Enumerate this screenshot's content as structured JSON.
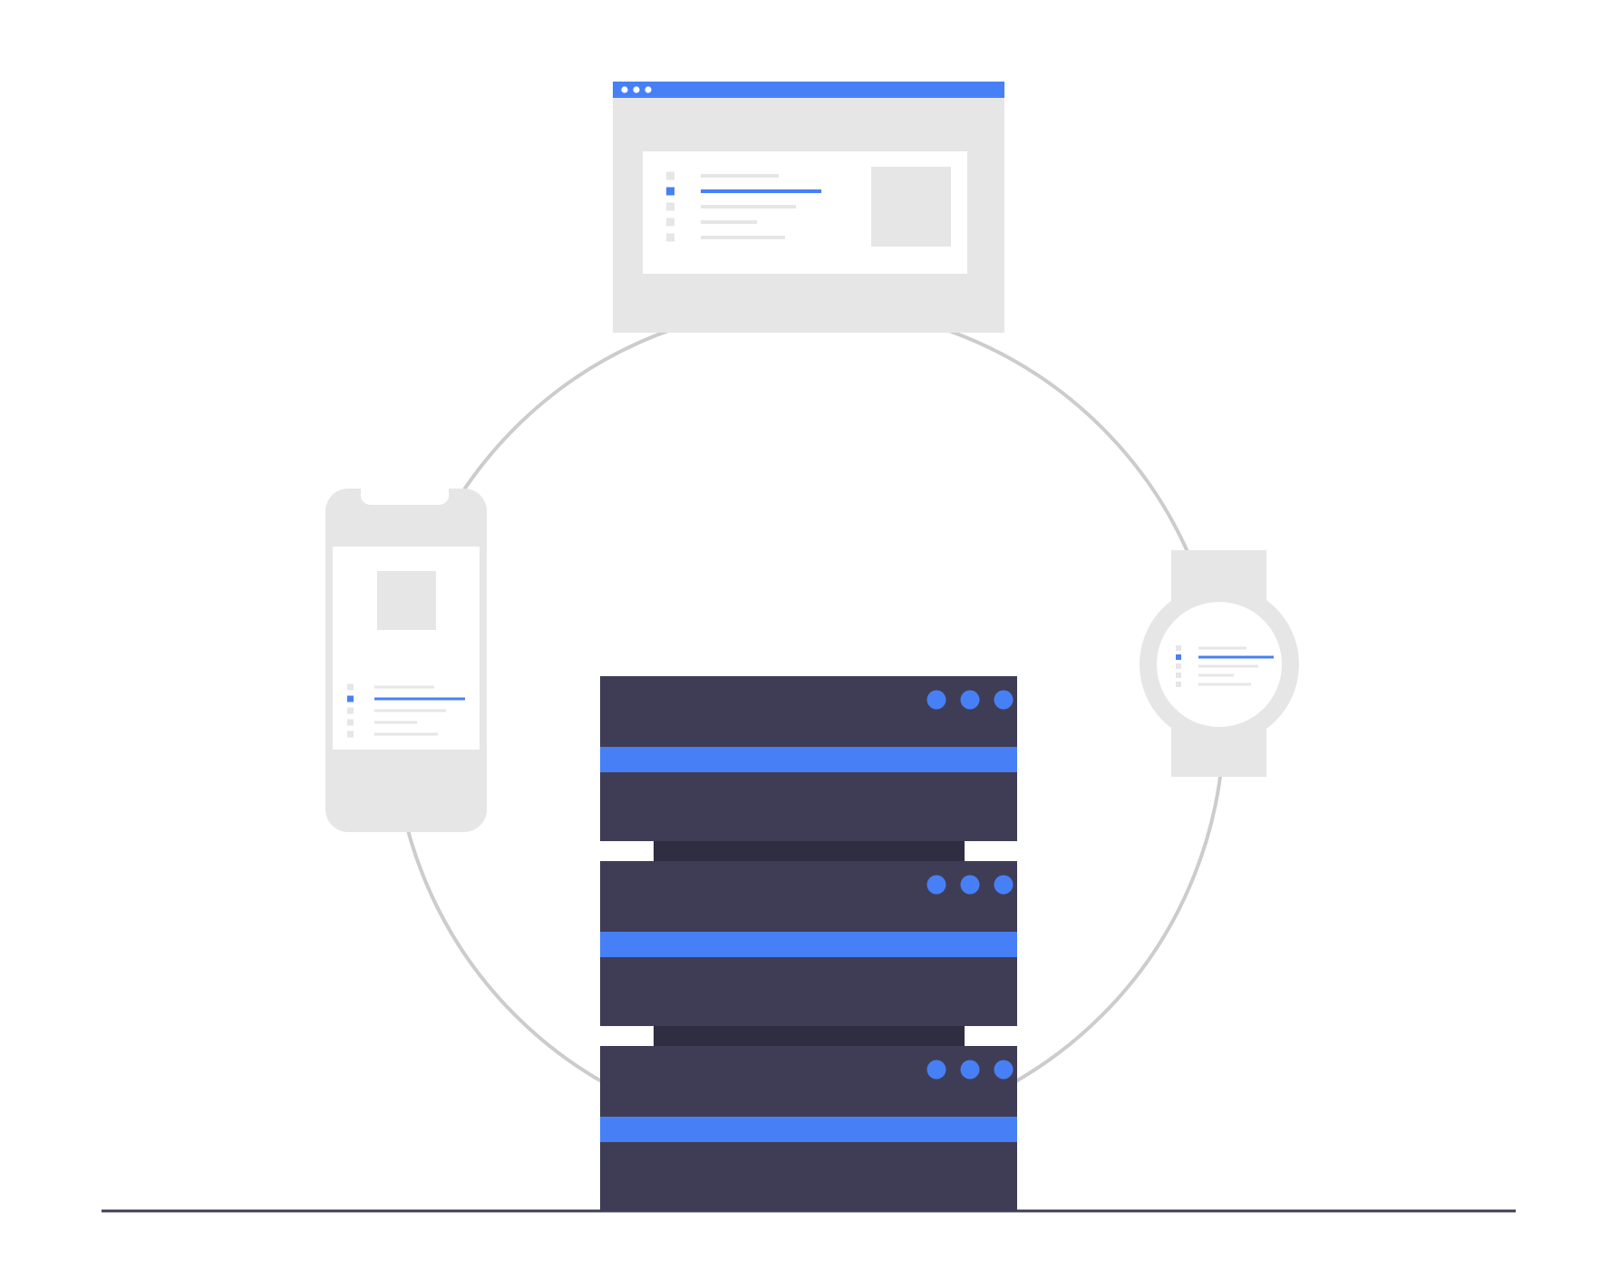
{
  "colors": {
    "background": "#ffffff",
    "device_gray": "#e6e6e6",
    "ring_gray": "#cccccc",
    "accent_blue": "#4780f6",
    "server_body": "#3f3d56",
    "server_gap": "#2f2e41",
    "ground_line": "#3f3d56",
    "white": "#ffffff"
  },
  "illustration": {
    "browser_window": {
      "title_bar_dots": 3,
      "list_rows": 5,
      "highlighted_row_index": 1
    },
    "phone": {
      "list_rows": 5,
      "highlighted_row_index": 1
    },
    "smartwatch": {
      "list_rows": 5,
      "highlighted_row_index": 1
    },
    "server_stack": {
      "units": 3,
      "status_lights_per_unit": 3
    }
  },
  "icons": [
    "connection-ring",
    "browser-window-icon",
    "phone-icon",
    "smartwatch-icon",
    "server-stack-icon",
    "ground-line"
  ]
}
